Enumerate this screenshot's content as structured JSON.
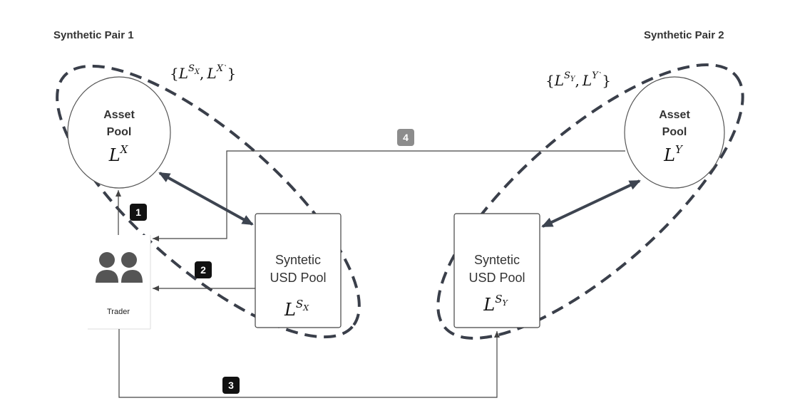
{
  "pairs": {
    "pair1": {
      "title": "Synthetic Pair 1",
      "set_label": {
        "open": "{",
        "base1": "L",
        "sup1": "S",
        "sub1": "X",
        "sep": ",",
        "base2": "L",
        "sup2": "X",
        "tick2": "`",
        "close": "}"
      }
    },
    "pair2": {
      "title": "Synthetic Pair 2",
      "set_label": {
        "open": "{",
        "base1": "L",
        "sup1": "S",
        "sub1": "Y",
        "sep": ",",
        "base2": "L",
        "sup2": "Y",
        "tick2": "`",
        "close": "}"
      }
    }
  },
  "asset_pool_x": {
    "line1": "Asset",
    "line2": "Pool",
    "symbol": "L",
    "sup": "X"
  },
  "asset_pool_y": {
    "line1": "Asset",
    "line2": "Pool",
    "symbol": "L",
    "sup": "Y"
  },
  "usd_pool_x": {
    "line1": "Syntetic",
    "line2": "USD Pool",
    "symbol": "L",
    "sup": "S",
    "sub": "X"
  },
  "usd_pool_y": {
    "line1": "Syntetic",
    "line2": "USD Pool",
    "symbol": "L",
    "sup": "S",
    "sub": "Y"
  },
  "trader": {
    "label": "Trader",
    "icon": "users-icon"
  },
  "steps": [
    {
      "id": "1",
      "color": "#111111"
    },
    {
      "id": "2",
      "color": "#111111"
    },
    {
      "id": "3",
      "color": "#111111"
    },
    {
      "id": "4",
      "color": "#8c8c8c"
    }
  ],
  "colors": {
    "dashed": "#3a3f4a",
    "arrow": "#3d4450",
    "line": "#444444",
    "icon": "#555555"
  }
}
